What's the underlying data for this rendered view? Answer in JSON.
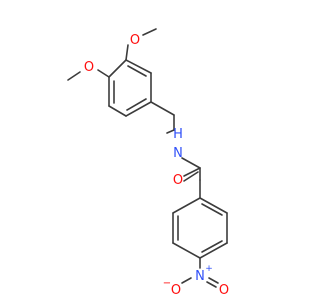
{
  "molecule": {
    "bond_color": "#3c3c3c",
    "oxygen_color": "#ff0d0d",
    "nitrogen_color": "#3050f8",
    "labels": {
      "o_methoxy_top": "O",
      "o_methoxy_left": "O",
      "n_amide": "N",
      "h_amide": "H",
      "o_carbonyl": "O",
      "n_nitro": "N",
      "n_nitro_charge": "+",
      "o_nitro_left": "O",
      "o_nitro_left_charge": "−",
      "o_nitro_right": "O"
    }
  }
}
